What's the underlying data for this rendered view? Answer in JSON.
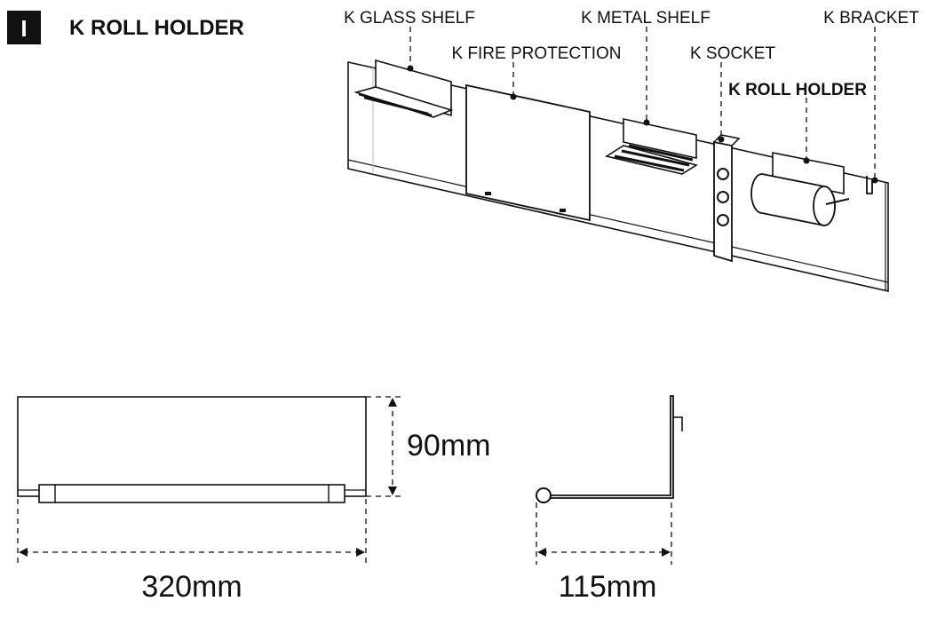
{
  "header": {
    "badge": "I",
    "title": "K ROLL HOLDER"
  },
  "callouts": {
    "glass_shelf": "K GLASS SHELF",
    "fire_protection": "K FIRE PROTECTION",
    "metal_shelf": "K METAL SHELF",
    "socket": "K SOCKET",
    "bracket": "K BRACKET",
    "roll_holder": "K ROLL HOLDER"
  },
  "dimensions": {
    "width": "320mm",
    "height": "90mm",
    "depth": "115mm"
  }
}
